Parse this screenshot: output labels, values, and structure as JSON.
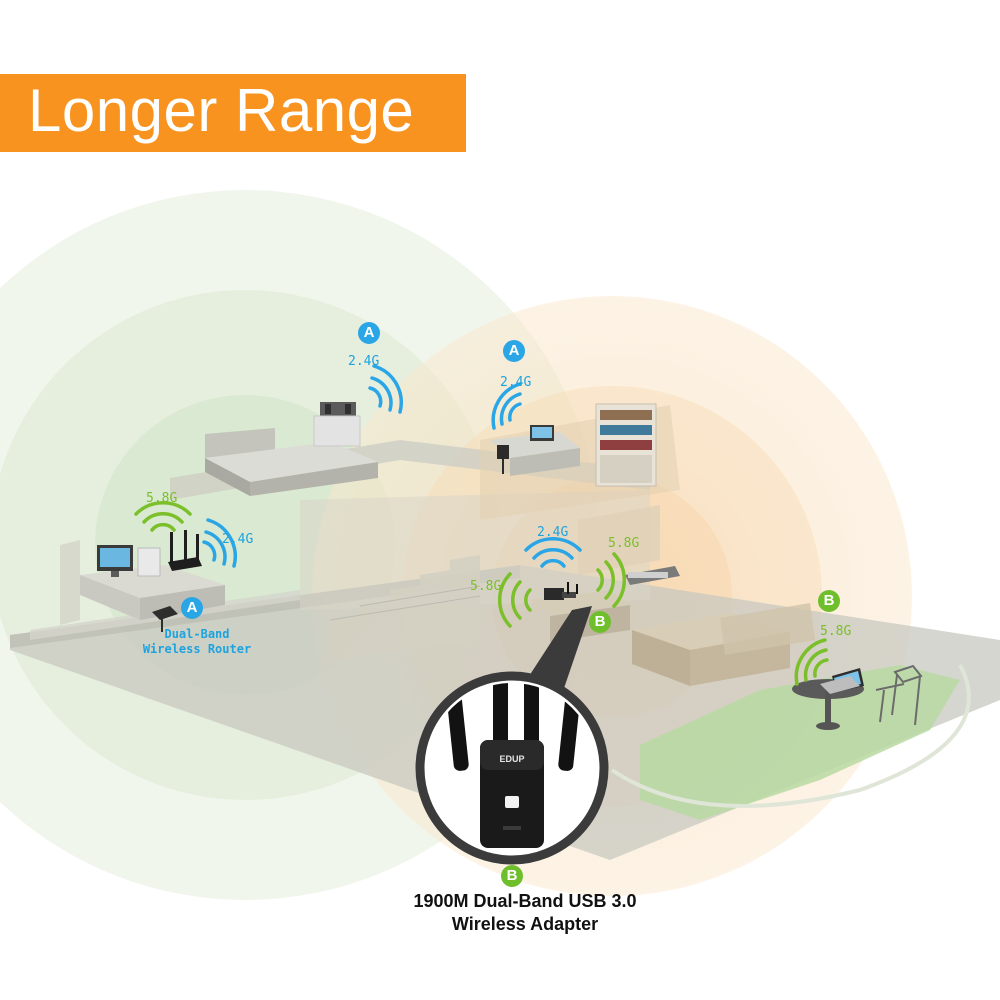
{
  "banner": {
    "title": "Longer Range",
    "color": "#f7931e"
  },
  "bands": {
    "band_24": "2.4G",
    "band_58": "5.8G"
  },
  "markers": {
    "router_marker": "A",
    "adapter_marker": "B"
  },
  "router": {
    "caption_line1": "Dual-Band",
    "caption_line2": "Wireless Router"
  },
  "adapter": {
    "title_line1": "1900M Dual-Band USB 3.0",
    "title_line2": "Wireless Adapter",
    "brand_mark": "EDUP"
  },
  "colors": {
    "banner_orange": "#f7931e",
    "signal_blue": "#1ea3de",
    "signal_green": "#7bbf2a",
    "marker_blue": "#2aa6e6",
    "marker_green": "#6fbf2c",
    "router_range_tint": "#dcead6",
    "adapter_range_tint": "#fbe5c8"
  },
  "icons": [
    "wifi-signal-icon",
    "router-icon",
    "usb-adapter-icon",
    "desktop-computer-icon",
    "laptop-icon",
    "stereo-icon",
    "bed-icon",
    "bookshelf-icon",
    "sofa-icon",
    "chair-icon"
  ]
}
